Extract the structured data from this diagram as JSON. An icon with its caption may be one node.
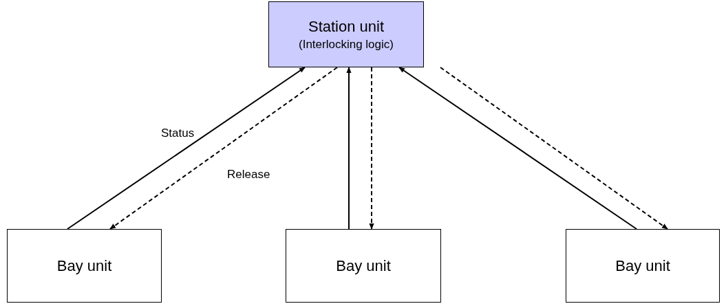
{
  "diagram": {
    "nodes": [
      {
        "text": [
          "Station unit",
          "(Interlocking logic)"
        ]
      },
      {
        "text": [
          "Bay unit"
        ]
      },
      {
        "text": [
          "Bay unit"
        ]
      },
      {
        "text": [
          "Bay unit"
        ]
      }
    ],
    "edges": [
      {
        "from": 1,
        "to": 0,
        "arrow": "to",
        "label": "Status"
      },
      {
        "from": 0,
        "to": 1,
        "arrow": "to",
        "style": "dashed",
        "label": "Release"
      },
      {
        "from": 2,
        "to": 0,
        "arrow": "to"
      },
      {
        "from": 0,
        "to": 2,
        "arrow": "to",
        "style": "dashed"
      },
      {
        "from": 3,
        "to": 0,
        "arrow": "to"
      },
      {
        "from": 0,
        "to": 3,
        "arrow": "to",
        "style": "dashed"
      }
    ]
  }
}
